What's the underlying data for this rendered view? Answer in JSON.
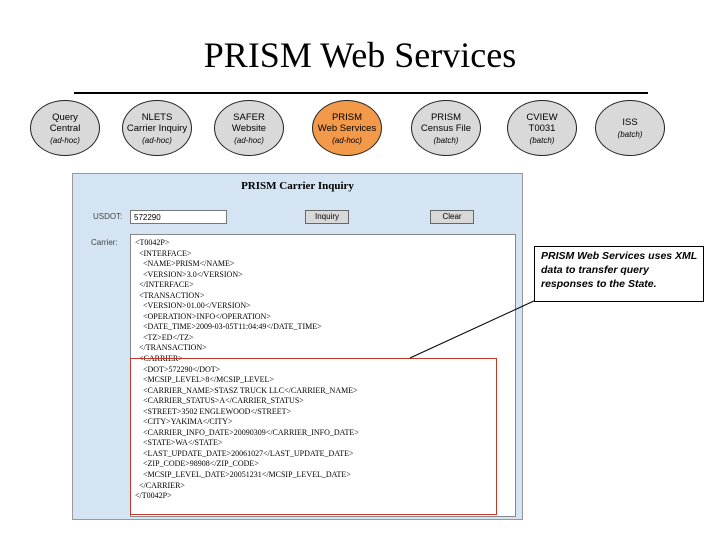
{
  "title": "PRISM Web Services",
  "nodes": [
    {
      "name": "Query\nCentral",
      "mode": "(ad-hoc)",
      "fill": "#d9d9d9"
    },
    {
      "name": "NLETS\nCarrier Inquiry",
      "mode": "(ad-hoc)",
      "fill": "#d9d9d9"
    },
    {
      "name": "SAFER\nWebsite",
      "mode": "(ad-hoc)",
      "fill": "#d9d9d9"
    },
    {
      "name": "PRISM\nWeb Services",
      "mode": "(ad-hoc)",
      "fill": "#f2994a"
    },
    {
      "name": "PRISM\nCensus File",
      "mode": "(batch)",
      "fill": "#d9d9d9"
    },
    {
      "name": "CVIEW\nT0031",
      "mode": "(batch)",
      "fill": "#d9d9d9"
    },
    {
      "name": "ISS",
      "mode": "(batch)",
      "fill": "#d9d9d9"
    }
  ],
  "panel": {
    "title": "PRISM Carrier Inquiry",
    "dot_label": "USDOT:",
    "dot_value": "572290",
    "inquiry_button": "Inquiry",
    "clear_button": "Clear",
    "carrier_label": "Carrier:",
    "xml_text": "<T0042P>\n  <INTERFACE>\n    <NAME>PRISM</NAME>\n    <VERSION>3.0</VERSION>\n  </INTERFACE>\n  <TRANSACTION>\n    <VERSION>01.00</VERSION>\n    <OPERATION>INFO</OPERATION>\n    <DATE_TIME>2009-03-05T11:04:49</DATE_TIME>\n    <TZ>ED</TZ>\n  </TRANSACTION>\n  <CARRIER>\n    <DOT>572290</DOT>\n    <MCSIP_LEVEL>8</MCSIP_LEVEL>\n    <CARRIER_NAME>STASZ TRUCK LLC</CARRIER_NAME>\n    <CARRIER_STATUS>A</CARRIER_STATUS>\n    <STREET>3502 ENGLEWOOD</STREET>\n    <CITY>YAKIMA</CITY>\n    <CARRIER_INFO_DATE>20090309</CARRIER_INFO_DATE>\n    <STATE>WA</STATE>\n    <LAST_UPDATE_DATE>20061027</LAST_UPDATE_DATE>\n    <ZIP_CODE>98908</ZIP_CODE>\n    <MCSIP_LEVEL_DATE>20051231</MCSIP_LEVEL_DATE>\n  </CARRIER>\n</T0042P>"
  },
  "callout": {
    "text": "PRISM Web Services uses XML data to transfer query responses to the State."
  },
  "colors": {
    "highlight": "#c0392b",
    "panel_bg": "#d4e4f3",
    "accent_node": "#f2994a"
  }
}
